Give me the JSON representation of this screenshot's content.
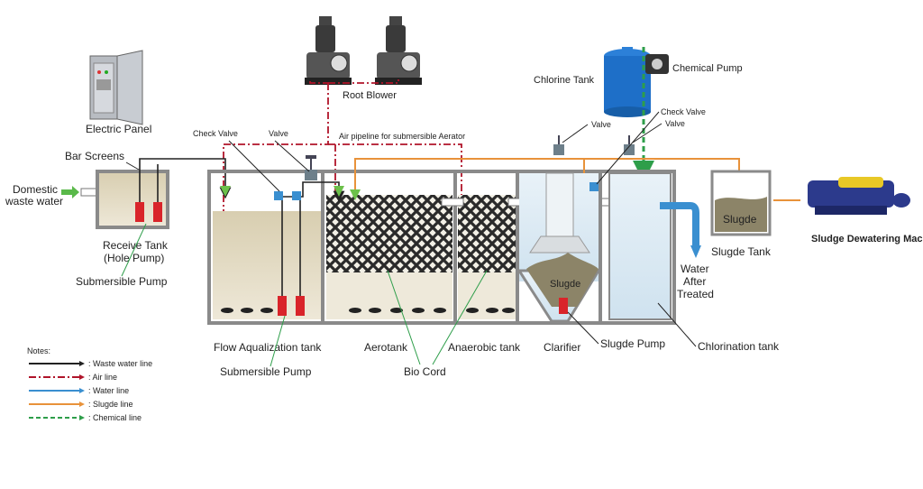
{
  "labels": {
    "electric_panel": "Electric Panel",
    "root_blower": "Root Blower",
    "air_pipeline": "Air pipeline for submersible Aerator",
    "bar_screens": "Bar Screens",
    "domestic": "Domestic",
    "waste_water": "waste water",
    "check_valve_left": "Check Valve",
    "valve_left": "Valve",
    "receive_tank": "Receive Tank",
    "hole_pump": "(Hole Pump)",
    "submersible_pump_left": "Submersible Pump",
    "flow_tank": "Flow Aqualization tank",
    "submersible_pump_mid": "Submersible Pump",
    "aerotank": "Aerotank",
    "anaerobic_tank": "Anaerobic tank",
    "bio_cord": "Bio Cord",
    "clarifier": "Clarifier",
    "sludge_pump": "Slugde Pump",
    "sludge_in_clarifier": "Slugde",
    "chlorine_tank": "Chlorine Tank",
    "chemical_pump": "Chemical Pump",
    "valve_right_top": "Valve",
    "check_valve_right": "Check Valve",
    "valve_right": "Valve",
    "water": "Water",
    "after": "After",
    "treated": "Treated",
    "chlorination_tank": "Chlorination tank",
    "sludge_tank_content": "Slugde",
    "sludge_tank": "Slugde Tank",
    "dewatering": "Sludge Dewatering Machine"
  },
  "legend": {
    "title": "Notes:",
    "items": [
      {
        "label": ": Waste water line",
        "color": "#222222",
        "style": "solid"
      },
      {
        "label": ": Air line",
        "color": "#b0142a",
        "style": "dashdot"
      },
      {
        "label": ": Water line",
        "color": "#3a8fd0",
        "style": "solid"
      },
      {
        "label": ": Slugde line",
        "color": "#e8923a",
        "style": "solid"
      },
      {
        "label": ": Chemical line",
        "color": "#2e9e4a",
        "style": "dashed"
      }
    ]
  },
  "colors": {
    "waste": "#222222",
    "air": "#b0142a",
    "water": "#3a8fd0",
    "sludge": "#e8923a",
    "chemical": "#2e9e4a",
    "tank_wall": "#8a8a8a",
    "mesh": "#2a2a2a",
    "sludge_fill": "#8c8468",
    "chlorine_tank": "#1e6fc8"
  }
}
